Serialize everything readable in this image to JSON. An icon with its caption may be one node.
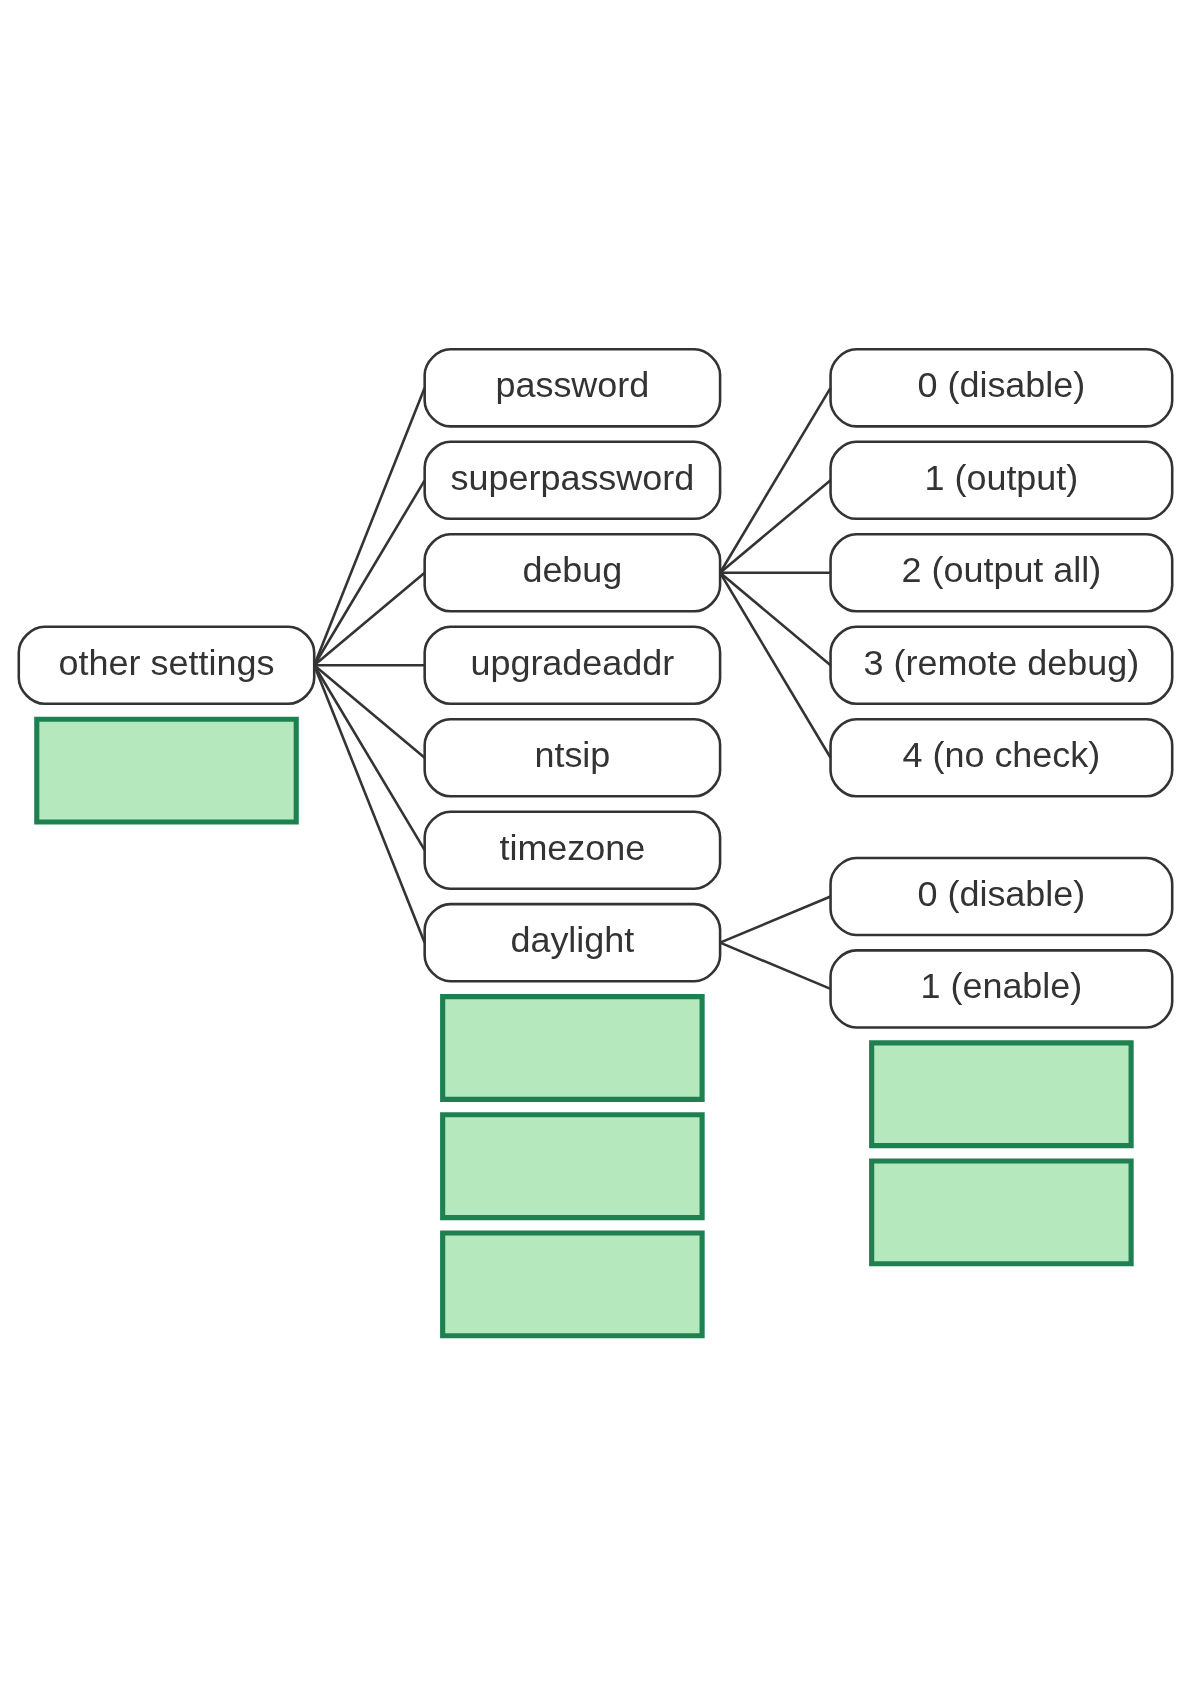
{
  "diagram": {
    "nodes": [
      {
        "text": [
          "other settings"
        ]
      },
      {
        "text": [
          "password"
        ]
      },
      {
        "text": [
          "superpassword"
        ]
      },
      {
        "text": [
          "debug"
        ]
      },
      {
        "text": [
          "upgradeaddr"
        ]
      },
      {
        "text": [
          "ntsip"
        ]
      },
      {
        "text": [
          "timezone"
        ]
      },
      {
        "text": [
          "daylight"
        ]
      },
      {
        "text": [
          "0 (disable)"
        ]
      },
      {
        "text": [
          "1 (output)"
        ]
      },
      {
        "text": [
          "2 (output all)"
        ]
      },
      {
        "text": [
          "3 (remote debug)"
        ]
      },
      {
        "text": [
          "4 (no check)"
        ]
      },
      {
        "text": [
          "0 (disable)"
        ]
      },
      {
        "text": [
          "1 (enable)"
        ]
      },
      {
        "text": [],
        "shape": "box"
      },
      {
        "text": [],
        "shape": "box"
      },
      {
        "text": [],
        "shape": "box"
      },
      {
        "text": [],
        "shape": "box"
      },
      {
        "text": [],
        "shape": "box"
      },
      {
        "text": [],
        "shape": "box"
      }
    ],
    "edges": [
      {
        "from": 0,
        "to": 1,
        "arrow": "none"
      },
      {
        "from": 0,
        "to": 2,
        "arrow": "none"
      },
      {
        "from": 0,
        "to": 3,
        "arrow": "none"
      },
      {
        "from": 0,
        "to": 4,
        "arrow": "none"
      },
      {
        "from": 0,
        "to": 5,
        "arrow": "none"
      },
      {
        "from": 0,
        "to": 6,
        "arrow": "none"
      },
      {
        "from": 0,
        "to": 7,
        "arrow": "none"
      },
      {
        "from": 3,
        "to": 8,
        "arrow": "none"
      },
      {
        "from": 3,
        "to": 9,
        "arrow": "none"
      },
      {
        "from": 3,
        "to": 10,
        "arrow": "none"
      },
      {
        "from": 3,
        "to": 11,
        "arrow": "none"
      },
      {
        "from": 3,
        "to": 12,
        "arrow": "none"
      },
      {
        "from": 7,
        "to": 13,
        "arrow": "none"
      },
      {
        "from": 7,
        "to": 14,
        "arrow": "none"
      }
    ]
  }
}
